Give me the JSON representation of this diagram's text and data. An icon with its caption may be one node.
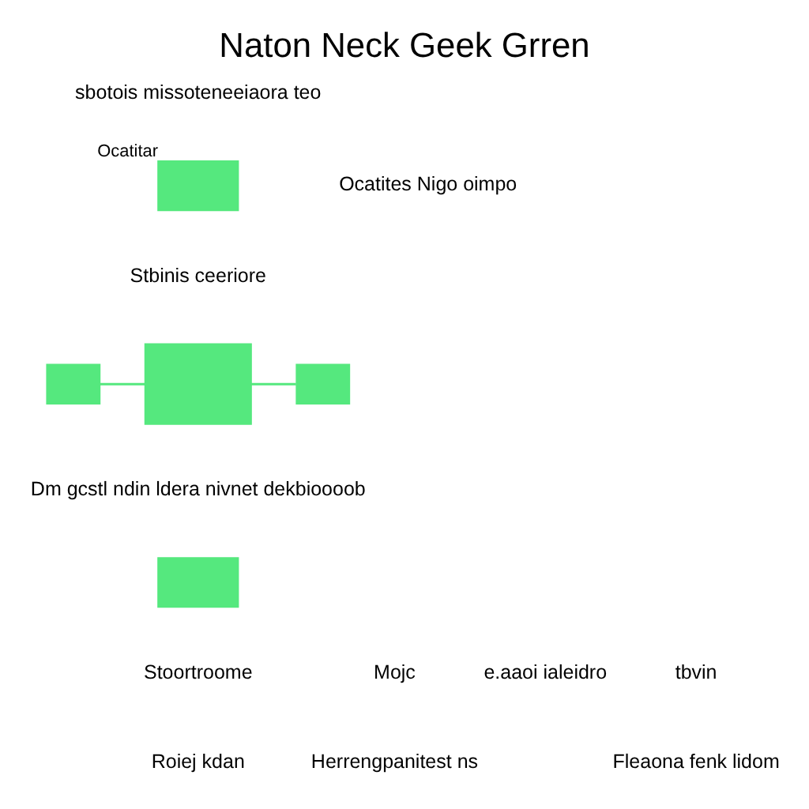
{
  "diagram": {
    "title": "Naton Neck Geek Grren",
    "nodes": [
      {
        "text": [],
        "shape": "box",
        "beside": [
          "Ocatitar"
        ]
      },
      {
        "text": [],
        "shape": "box"
      },
      {
        "text": [],
        "shape": "box"
      },
      {
        "text": [],
        "shape": "box"
      },
      {
        "text": [],
        "shape": "box"
      }
    ],
    "edges": [
      {
        "from": 1,
        "to": 2,
        "arrow": "none"
      },
      {
        "from": 2,
        "to": 3,
        "arrow": "none"
      }
    ],
    "labels": [
      "sbotois missoteneeiaora teo",
      "Ocatites Nigo oimpo",
      "Stbinis ceeriore",
      "Dm gcstl ndin ldera nivnet dekbioooob",
      "Stoortroome",
      "Mojc",
      "e.aaoi ialeidro",
      "tbvin",
      "Roiej kdan",
      "Herrengpanitest ns",
      "Fleaona fenk lidom"
    ]
  }
}
